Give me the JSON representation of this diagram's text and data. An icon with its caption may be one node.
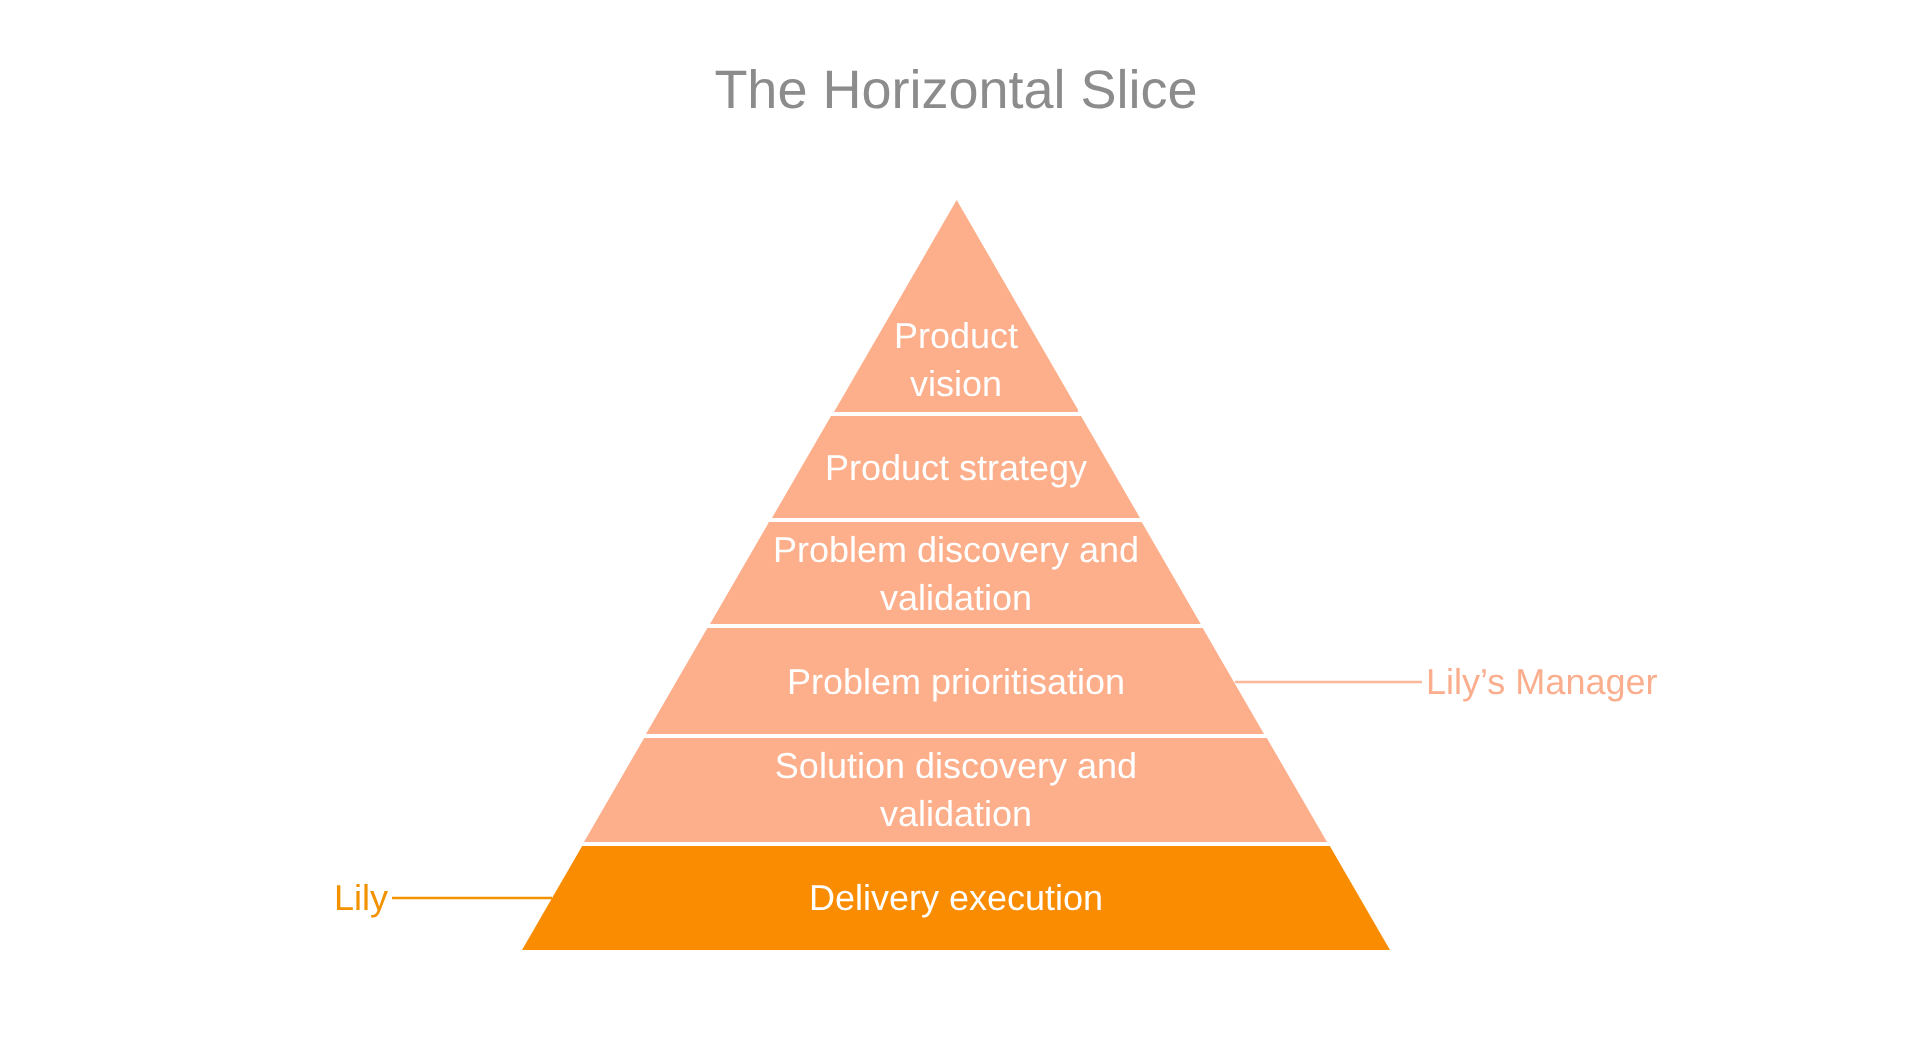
{
  "diagram": {
    "title": "The Horizontal Slice",
    "nodes": [
      {
        "text": [
          "Product vision"
        ]
      },
      {
        "text": [
          "Product strategy"
        ]
      },
      {
        "text": [
          "Problem discovery and validation"
        ]
      },
      {
        "text": [
          "Problem prioritisation"
        ]
      },
      {
        "text": [
          "Solution discovery and validation"
        ]
      },
      {
        "text": [
          "Delivery execution"
        ]
      },
      {
        "text": [
          "Lily’s Manager"
        ]
      },
      {
        "text": [
          "Lily"
        ]
      }
    ],
    "edges": [
      {
        "from": 6,
        "to": 3,
        "arrow": "none",
        "color": "#fbb89a"
      },
      {
        "from": 7,
        "to": 5,
        "arrow": "none",
        "color": "#f39200"
      }
    ]
  }
}
